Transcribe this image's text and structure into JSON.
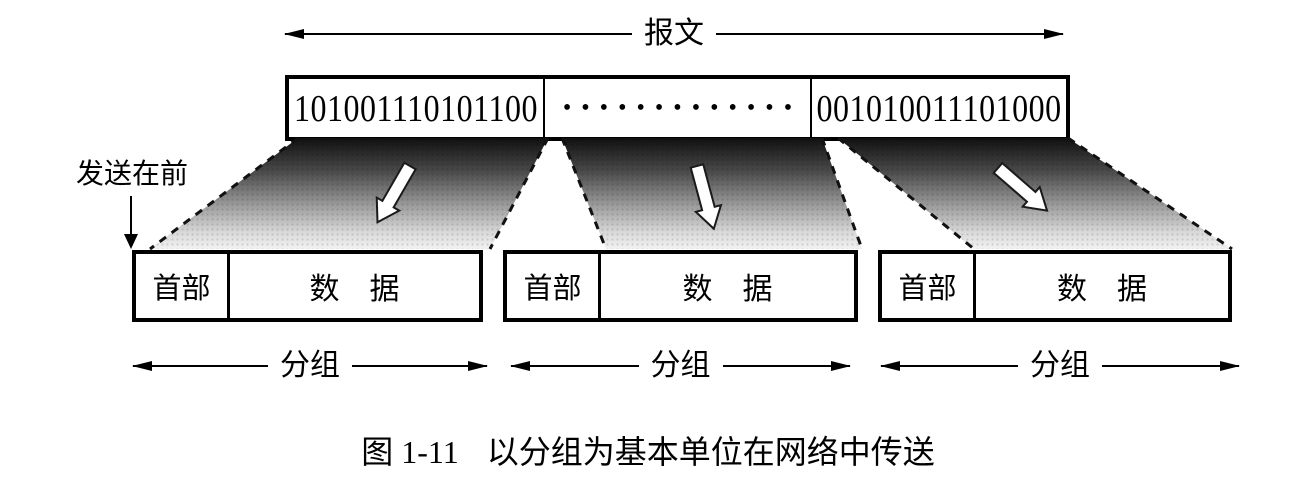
{
  "message_span": {
    "label": "报文"
  },
  "message_box": {
    "left_bits": "101001110101100",
    "dots": "•••••••••••••",
    "right_bits": "001010011101000"
  },
  "send_first": {
    "label": "发送在前"
  },
  "packets": [
    {
      "header_label": "首部",
      "data_label": "数　据",
      "group_label": "分组"
    },
    {
      "header_label": "首部",
      "data_label": "数　据",
      "group_label": "分组"
    },
    {
      "header_label": "首部",
      "data_label": "数　据",
      "group_label": "分组"
    }
  ],
  "caption": {
    "figure_number": "图 1-11",
    "text": "以分组为基本单位在网络中传送"
  },
  "colors": {
    "ink": "#000000",
    "background": "#ffffff",
    "funnel_dark": "#111111",
    "funnel_light": "#f2f2f2",
    "arrow_fill": "#ffffff"
  }
}
